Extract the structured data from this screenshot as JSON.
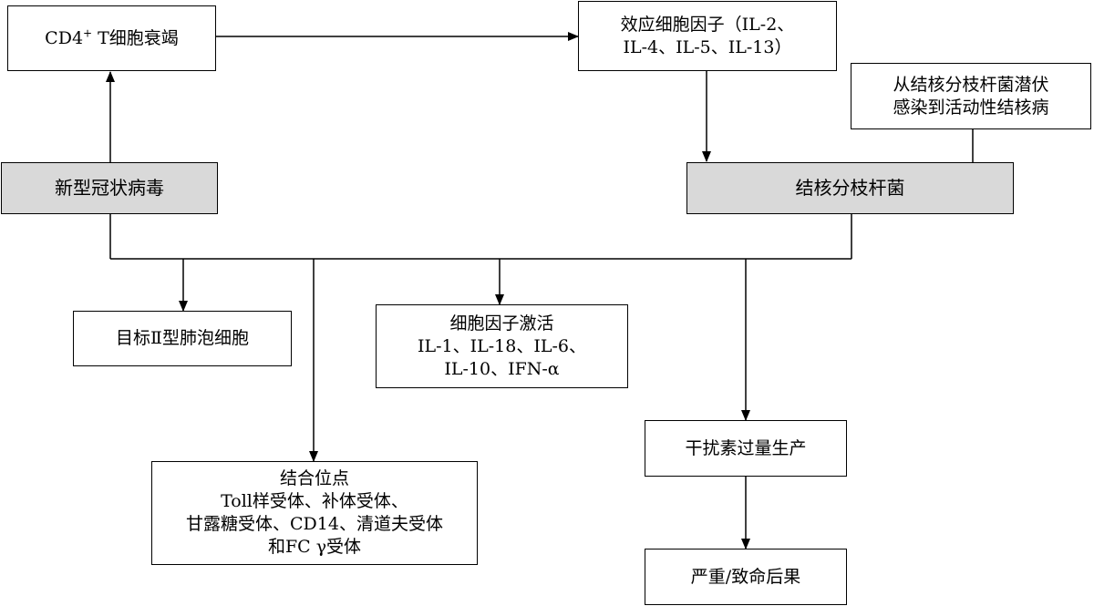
{
  "nodes": {
    "cd4": {
      "pre": "CD4",
      "sup": "+",
      "post": " T细胞衰竭"
    },
    "effector": {
      "line1": "效应细胞因子（IL-2、",
      "line2": "IL-4、IL-5、IL-13）"
    },
    "latent": {
      "line1": "从结核分枝杆菌潜伏",
      "line2": "感染到活动性结核病"
    },
    "covid": {
      "label": "新型冠状病毒"
    },
    "tb": {
      "label": "结核分枝杆菌"
    },
    "target": {
      "label": "目标Ⅱ型肺泡细胞"
    },
    "cytokine": {
      "line1": "细胞因子激活",
      "line2": "IL-1、IL-18、IL-6、",
      "line3": "IL-10、IFN-α"
    },
    "binding": {
      "line1": "结合位点",
      "line2": "Toll样受体、补体受体、",
      "line3": "甘露糖受体、CD14、清道夫受体",
      "line4": "和FC γ受体"
    },
    "interferon": {
      "label": "干扰素过量生产"
    },
    "outcome": {
      "label": "严重/致命后果"
    }
  }
}
